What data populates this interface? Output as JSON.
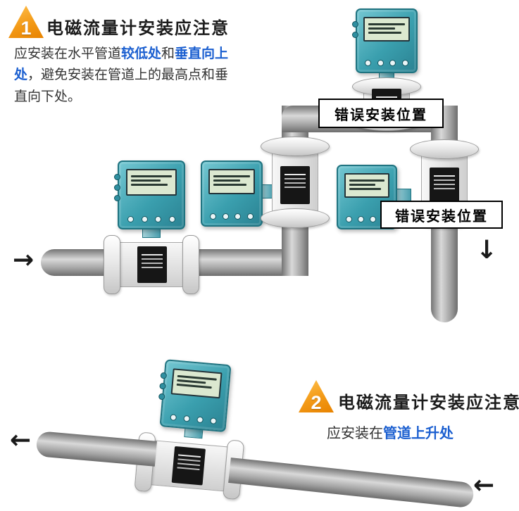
{
  "section1": {
    "badge": "1",
    "title": "电磁流量计安装应注意",
    "desc": {
      "part1": "应安装在水平管道",
      "highlight1": "较低处",
      "part2": "和",
      "highlight2": "垂直向上处",
      "part3": "，避免安装在管道上的最高点和垂直向下处。"
    },
    "wrong_label_1": "错误安装位置",
    "wrong_label_2": "错误安装位置"
  },
  "section2": {
    "badge": "2",
    "title": "电磁流量计安装应注意",
    "desc": {
      "part1": "应安装在",
      "highlight1": "管道上升处"
    }
  },
  "icons": {
    "arrow_right": "→",
    "arrow_down": "↓",
    "arrow_left": "←"
  },
  "colors": {
    "accent_blue": "#1b5fd0",
    "triangle_orange": "#f39a17",
    "device_teal": "#3a9fae",
    "pipe_gray": "#9a9a9a"
  }
}
